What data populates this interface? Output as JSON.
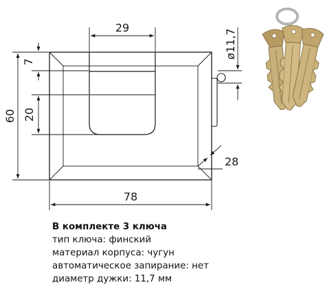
{
  "dimensions": {
    "width_top": "29",
    "shackle_diameter": "ø11,7",
    "shackle_height": "7",
    "overall_height": "60",
    "inner_height": "20",
    "body_depth": "28",
    "body_width": "78"
  },
  "specs": {
    "heading": "В комплекте 3 ключа",
    "key_type": "тип ключа: финский",
    "body_material": "материал корпуса: чугун",
    "auto_lock": "автоматическое запирание: нет",
    "shackle_diameter": "диаметр дужки: 11,7 мм"
  },
  "colors": {
    "line": "#1a1a1a",
    "key_brass": "#c8b07a",
    "key_dark": "#8a7448",
    "ring": "#9a9a9a"
  }
}
